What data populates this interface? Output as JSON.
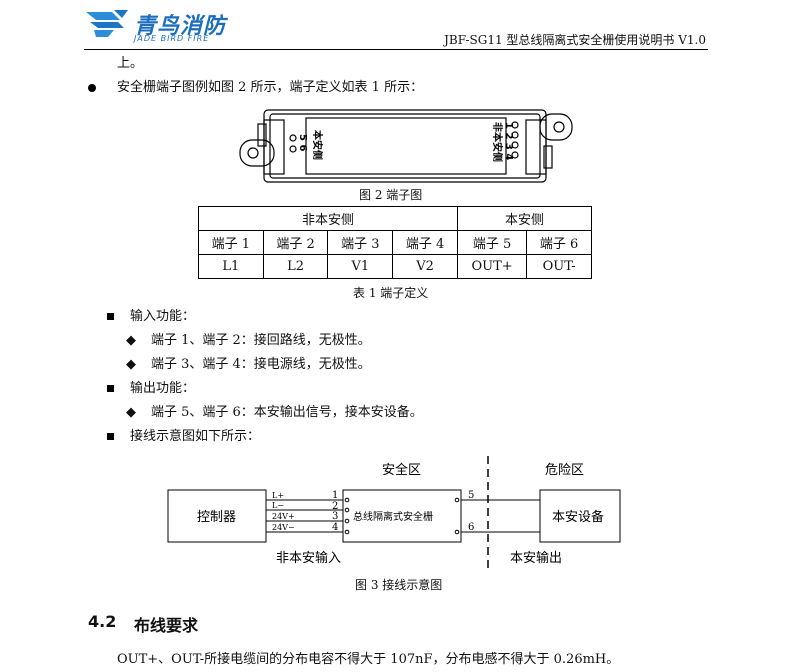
{
  "header": {
    "logo_cn": "青鸟消防",
    "logo_en": "JADE BIRD FIRE",
    "doc_title": "JBF-SG11 型总线隔离式安全栅使用说明书 V1.0"
  },
  "body": {
    "line_continue": "上。",
    "bullet_intro": "安全栅端子图例如图 2 所示，端子定义如表 1 所示：",
    "fig2_caption": "图 2  端子图",
    "device_left_label": "本安侧",
    "device_left_nums": "5 6",
    "device_right_label": "非本安侧",
    "device_right_nums": "1 2 3 4",
    "table": {
      "group_headers": [
        "非本安侧",
        "本安侧"
      ],
      "columns": [
        "端子 1",
        "端子 2",
        "端子 3",
        "端子 4",
        "端子 5",
        "端子 6"
      ],
      "values": [
        "L1",
        "L2",
        "V1",
        "V2",
        "OUT+",
        "OUT-"
      ]
    },
    "table_caption": "表 1  端子定义",
    "list": {
      "input_title": "输入功能：",
      "input_item1": "端子 1、端子 2：接回路线，无极性。",
      "input_item2": "端子 3、端子 4：接电源线，无极性。",
      "output_title": "输出功能：",
      "output_item1": "端子 5、端子 6：本安输出信号，接本安设备。",
      "wiring_title": "接线示意图如下所示："
    },
    "diagram": {
      "safe_zone": "安全区",
      "danger_zone": "危险区",
      "controller": "控制器",
      "barrier": "总线隔离式安全栅",
      "device": "本安设备",
      "non_is_input": "非本安输入",
      "is_output": "本安输出",
      "wire_labels": [
        "L+",
        "L−",
        "24V+",
        "24V−"
      ],
      "terminal_nums": [
        "1",
        "2",
        "3",
        "4",
        "5",
        "6"
      ]
    },
    "fig3_caption": "图 3 接线示意图",
    "section_number": "4.2",
    "section_title": "布线要求",
    "last_paragraph": "OUT+、OUT-所接电缆间的分布电容不得大于 107nF，分布电感不得大于 0.26mH。"
  }
}
